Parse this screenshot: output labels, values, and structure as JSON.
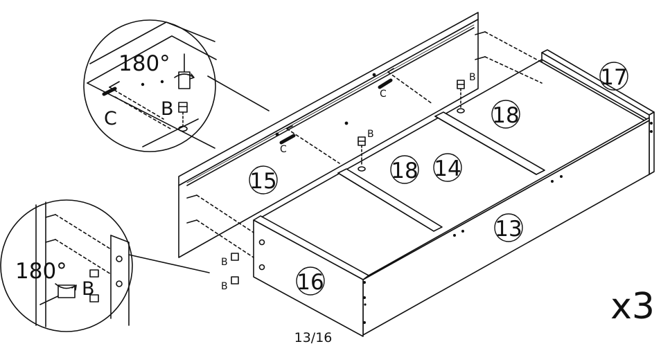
{
  "parts": {
    "p13": "13",
    "p14": "14",
    "p15": "15",
    "p16": "16",
    "p17": "17",
    "p18a": "18",
    "p18b": "18"
  },
  "hardware": {
    "cam": "B",
    "dowel": "C"
  },
  "rotation": "180°",
  "quantity": "x3",
  "page": "13/16"
}
